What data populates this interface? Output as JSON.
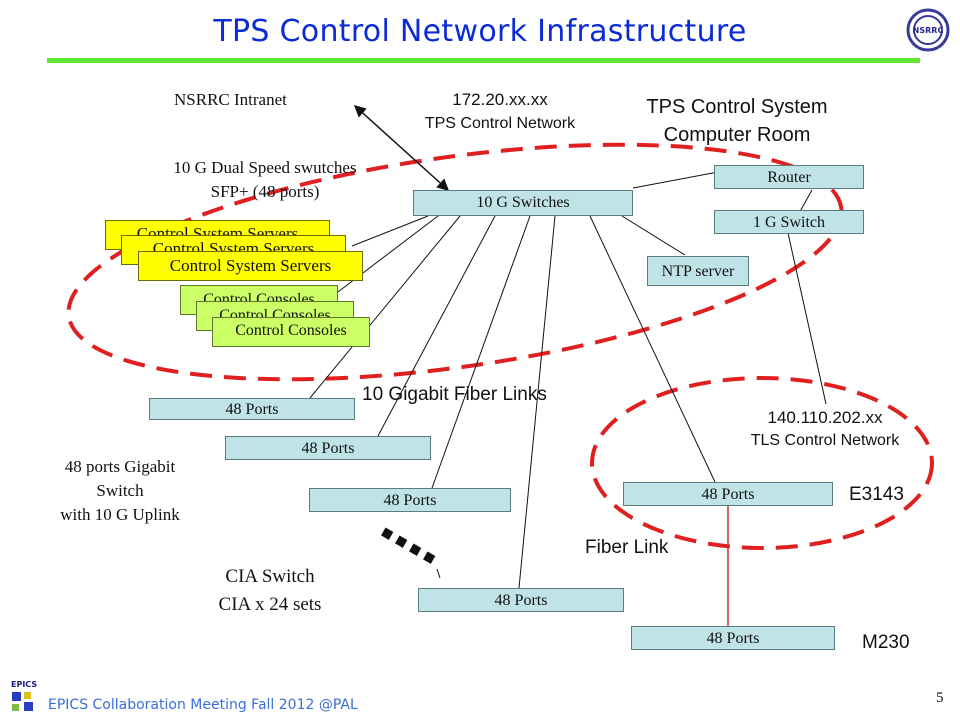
{
  "title": "TPS Control Network Infrastructure",
  "nsrrc_intranet": "NSRRC Intranet",
  "tps_ip": "172.20.xx.xx",
  "tps_network": "TPS Control Network",
  "room_line1": "TPS Control System",
  "room_line2": "Computer Room",
  "dual_speed_line1": "10 G Dual Speed swutches",
  "dual_speed_line2": "SFP+ (48 ports)",
  "switches_10g": "10 G Switches",
  "router": "Router",
  "switch_1g": "1 G Switch",
  "ntp": "NTP server",
  "servers": [
    "Control System Servers",
    "Control System Servers",
    "Control System Servers"
  ],
  "consoles": [
    "Control Consoles",
    "Control Consoles",
    "Control Consoles"
  ],
  "fiber_links": "10 Gigabit Fiber Links",
  "tls_ip": "140.110.202.xx",
  "tls_network": "TLS Control Network",
  "ports": [
    "48 Ports",
    "48 Ports",
    "48 Ports",
    "48 Ports",
    "48 Ports",
    "48 Ports"
  ],
  "e3143": "E3143",
  "gigabit_line1": "48 ports Gigabit",
  "gigabit_line2": "Switch",
  "gigabit_line3": "with 10 G Uplink",
  "fiber_link": "Fiber Link",
  "cia_line1": "CIA Switch",
  "cia_line2": "CIA x 24 sets",
  "m230": "M230",
  "footer": "EPICS Collaboration Meeting Fall 2012 @PAL",
  "page_number": "5",
  "logo_text": "NSRRC",
  "epics_text": "EPICS",
  "colors": {
    "title": "#0a2bd6",
    "green_bar": "#5ee632",
    "switch_box": "#bfe3e6",
    "server_box": "#ffff00",
    "console_box": "#ccff66",
    "dashed_ellipse": "#e02020",
    "footer": "#3a6fd8"
  }
}
